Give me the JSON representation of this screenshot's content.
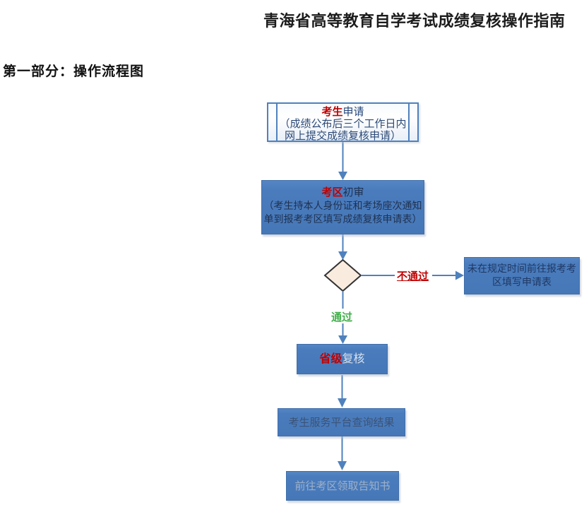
{
  "page": {
    "title": "青海省高等教育自学考试成绩复核操作指南",
    "section_heading": "第一部分：操作流程图"
  },
  "flowchart": {
    "applicant": {
      "highlight": "考生",
      "rest": "申请",
      "note1": "（成绩公布后三个工作日内",
      "note2": "网上提交成绩复核申请）"
    },
    "district": {
      "highlight": "考区",
      "rest": "初审",
      "note1": "（考生持本人身份证和考场座次通知",
      "note2": "单到报考考区填写成绩复核申请表）"
    },
    "decision": {
      "fail_label": "不通过",
      "pass_label": "通过"
    },
    "fail_box": {
      "line1": "未在规定时间前往报考考",
      "line2": "区填写申请表"
    },
    "provincial": {
      "highlight": "省级",
      "rest": "复核"
    },
    "query_box": {
      "label": "考生服务平台查询结果"
    },
    "notice_box": {
      "label": "前往考区领取告知书"
    },
    "colors": {
      "box_fill_blue": "#4a7cbd",
      "box_border_blue": "#3f6ea9",
      "light_box_border": "#4f81bd",
      "diamond_fill": "#f9ecdf",
      "diamond_border": "#333333",
      "arrow_blue": "#4f81bd",
      "highlight_red": "#c00000",
      "pass_green": "#3fae49",
      "navy_text": "#1f3864"
    }
  }
}
